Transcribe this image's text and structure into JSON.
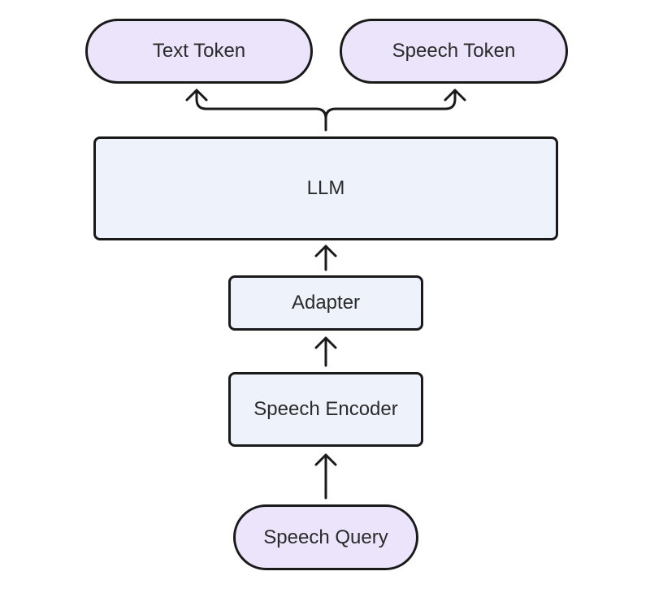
{
  "diagram": {
    "outputs": {
      "text_token": "Text Token",
      "speech_token": "Speech Token"
    },
    "llm": "LLM",
    "adapter": "Adapter",
    "speech_encoder": "Speech Encoder",
    "speech_query": "Speech Query"
  },
  "colors": {
    "pill_fill": "#ebe4fa",
    "box_fill": "#eef2fb",
    "stroke": "#1a1a1a"
  }
}
